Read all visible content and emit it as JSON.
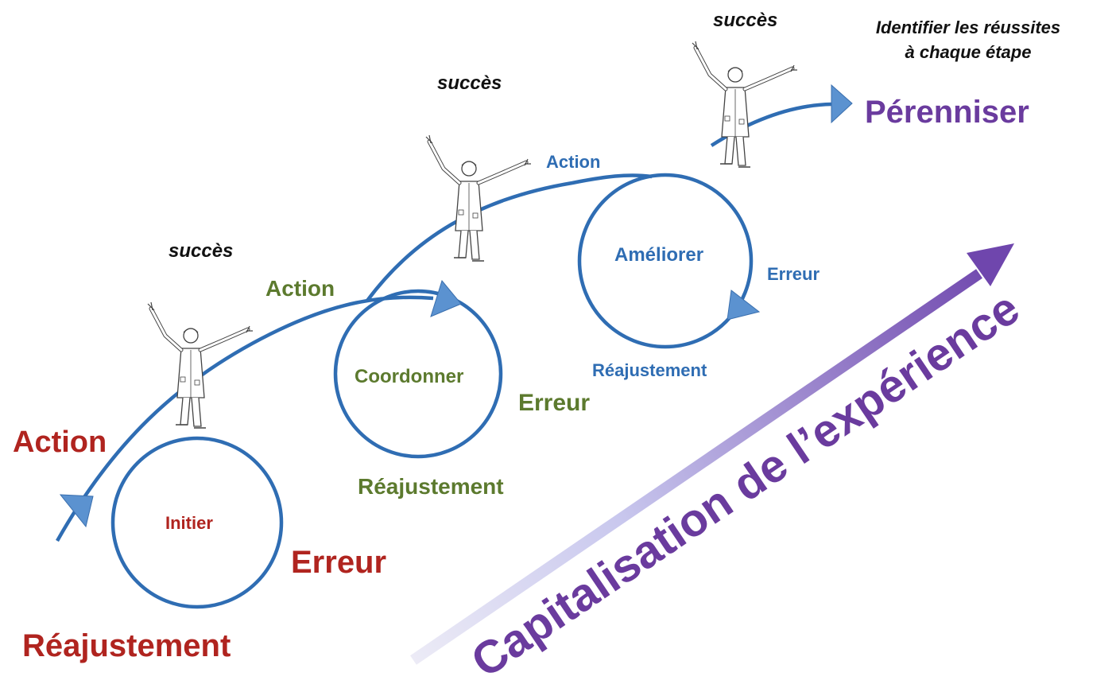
{
  "header": {
    "line1": "Identifier les réussites",
    "line2": "à chaque étape"
  },
  "goal": "Pérenniser",
  "success_label": "succès",
  "diagonal_label": "Capitalisation de l’expérience",
  "stages": [
    {
      "name": "Initier",
      "action": "Action",
      "error": "Erreur",
      "readjust": "Réajustement",
      "color": "#b0241f"
    },
    {
      "name": "Coordonner",
      "action": "Action",
      "error": "Erreur",
      "readjust": "Réajustement",
      "color": "#5c7a2e"
    },
    {
      "name": "Améliorer",
      "action": "Action",
      "error": "Erreur",
      "readjust": "Réajustement",
      "color": "#2f6db3"
    }
  ],
  "colors": {
    "path": "#2f6db3",
    "arrowhead": "#5b92d0",
    "diagonal_start": "#ecebf6",
    "diagonal_end": "#6f46ad"
  },
  "icons": [
    "celebrating-person-icon",
    "arrowhead-icon"
  ]
}
